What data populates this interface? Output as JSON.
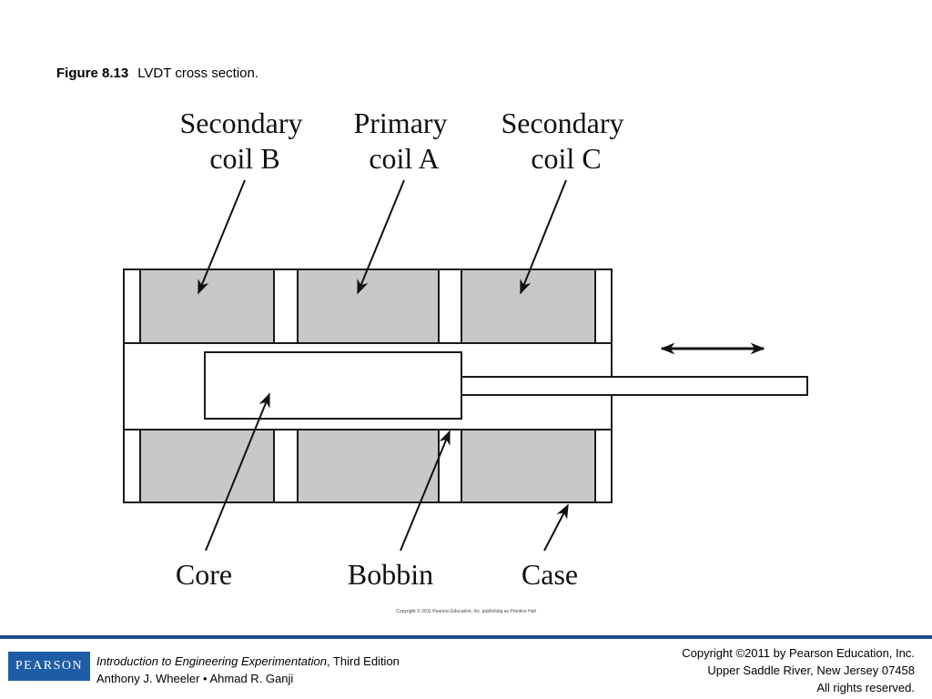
{
  "caption": {
    "figure_number": "Figure 8.13",
    "text": "LVDT cross section."
  },
  "diagram": {
    "labels": {
      "secondary_b": [
        "Secondary",
        "coil B"
      ],
      "primary_a": [
        "Primary",
        "coil A"
      ],
      "secondary_c": [
        "Secondary",
        "coil C"
      ],
      "core": "Core",
      "bobbin": "Bobbin",
      "case": "Case"
    },
    "colors": {
      "coil_fill": "#c8c8c8",
      "stroke": "#1a1a1a"
    },
    "copyright": "Copyright © 2011 Pearson Education, Inc. publishing as Prentice Hall"
  },
  "footer": {
    "logo": "PEARSON",
    "book_title": "Introduction to Engineering Experimentation",
    "edition": ", Third Edition",
    "authors": "Anthony J. Wheeler • Ahmad R. Ganji",
    "rights": [
      "Copyright ©2011 by Pearson Education, Inc.",
      "Upper Saddle River, New Jersey 07458",
      "All rights reserved."
    ],
    "colors": {
      "accent": "#1c4e8f",
      "logo_bg": "#1f5ca8"
    }
  }
}
